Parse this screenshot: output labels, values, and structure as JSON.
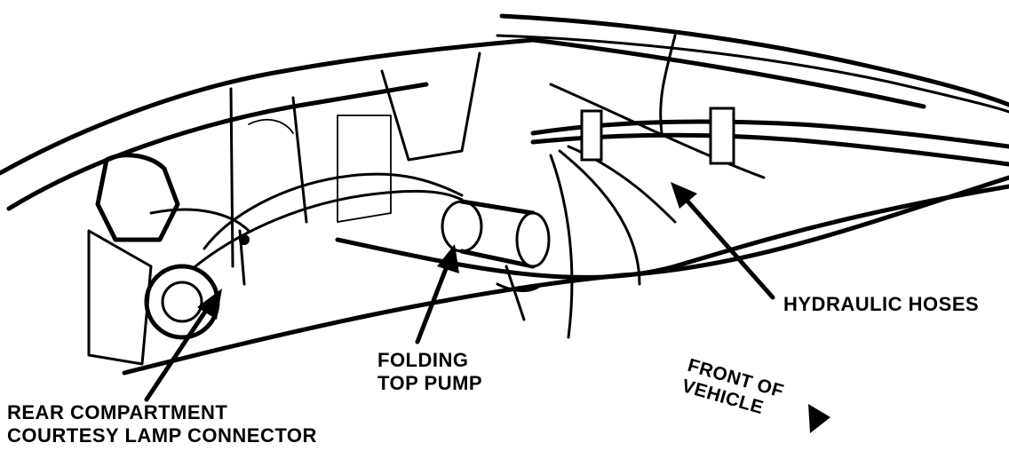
{
  "labels": {
    "rear_compartment_line1": "REAR COMPARTMENT",
    "rear_compartment_line2": "COURTESY LAMP CONNECTOR",
    "folding_top_pump_line1": "FOLDING",
    "folding_top_pump_line2": "TOP PUMP",
    "hydraulic_hoses": "HYDRAULIC HOSES",
    "front_of_vehicle_line1": "FRONT OF",
    "front_of_vehicle_line2": "VEHICLE"
  }
}
